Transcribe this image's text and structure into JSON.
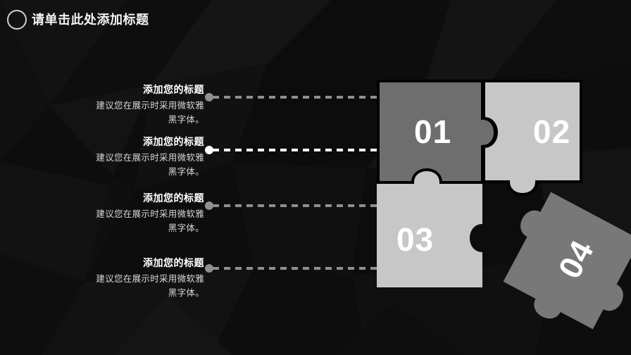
{
  "slide": {
    "background_color": "#0b0b0b",
    "accent_light": "#c7c7c7",
    "accent_mid": "#787878",
    "accent_dark": "#6e6e6e",
    "text_color": "#ffffff"
  },
  "header": {
    "icon": "circle-outline-icon",
    "title": "请单击此处添加标题"
  },
  "items": [
    {
      "heading": "添加您的标题",
      "body_line1": "建议您在展示时采用微软雅",
      "body_line2": "黑字体。",
      "connector_color": "#8f8f8f",
      "connector_style": "gray"
    },
    {
      "heading": "添加您的标题",
      "body_line1": "建议您在展示时采用微软雅",
      "body_line2": "黑字体。",
      "connector_color": "#ffffff",
      "connector_style": "white"
    },
    {
      "heading": "添加您的标题",
      "body_line1": "建议您在展示时采用微软雅",
      "body_line2": "黑字体。",
      "connector_color": "#8f8f8f",
      "connector_style": "gray"
    },
    {
      "heading": "添加您的标题",
      "body_line1": "建议您在展示时采用微软雅",
      "body_line2": "黑字体。",
      "connector_color": "#8f8f8f",
      "connector_style": "gray"
    }
  ],
  "puzzle": {
    "pieces": [
      {
        "label": "01",
        "fill": "#6e6e6e",
        "position": "top-left"
      },
      {
        "label": "02",
        "fill": "#c7c7c7",
        "position": "top-right"
      },
      {
        "label": "03",
        "fill": "#c7c7c7",
        "position": "bottom-left"
      },
      {
        "label": "04",
        "fill": "#787878",
        "position": "detached-rotated"
      }
    ]
  }
}
